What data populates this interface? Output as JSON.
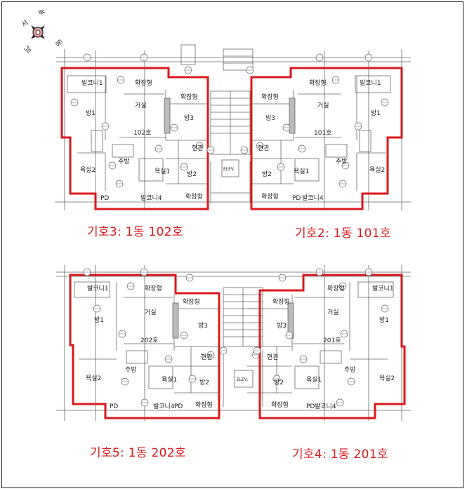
{
  "compass": {
    "north": "북",
    "south": "남",
    "east": "동",
    "west": "서"
  },
  "captions": {
    "c102": "기호3: 1동 102호",
    "c101": "기호2: 1동 101호",
    "c202": "기호5: 1동 202호",
    "c201": "기호4: 1동 201호"
  },
  "units": {
    "u102": "102호",
    "u101": "101호",
    "u202": "202호",
    "u201": "201호"
  },
  "rooms": {
    "balcony1": "발코니1",
    "expansion": "확장형",
    "living": "거실",
    "room1": "방1",
    "room2": "방2",
    "room3": "방3",
    "kitchen": "주방",
    "entrance": "현관",
    "bath1": "욕실1",
    "bath2": "욕실2",
    "balcony4": "발코니4",
    "pd": "PD",
    "elev": "ELEV."
  },
  "colors": {
    "outline": "#d8191c",
    "line": "#555555",
    "caption": "#d8191c"
  }
}
